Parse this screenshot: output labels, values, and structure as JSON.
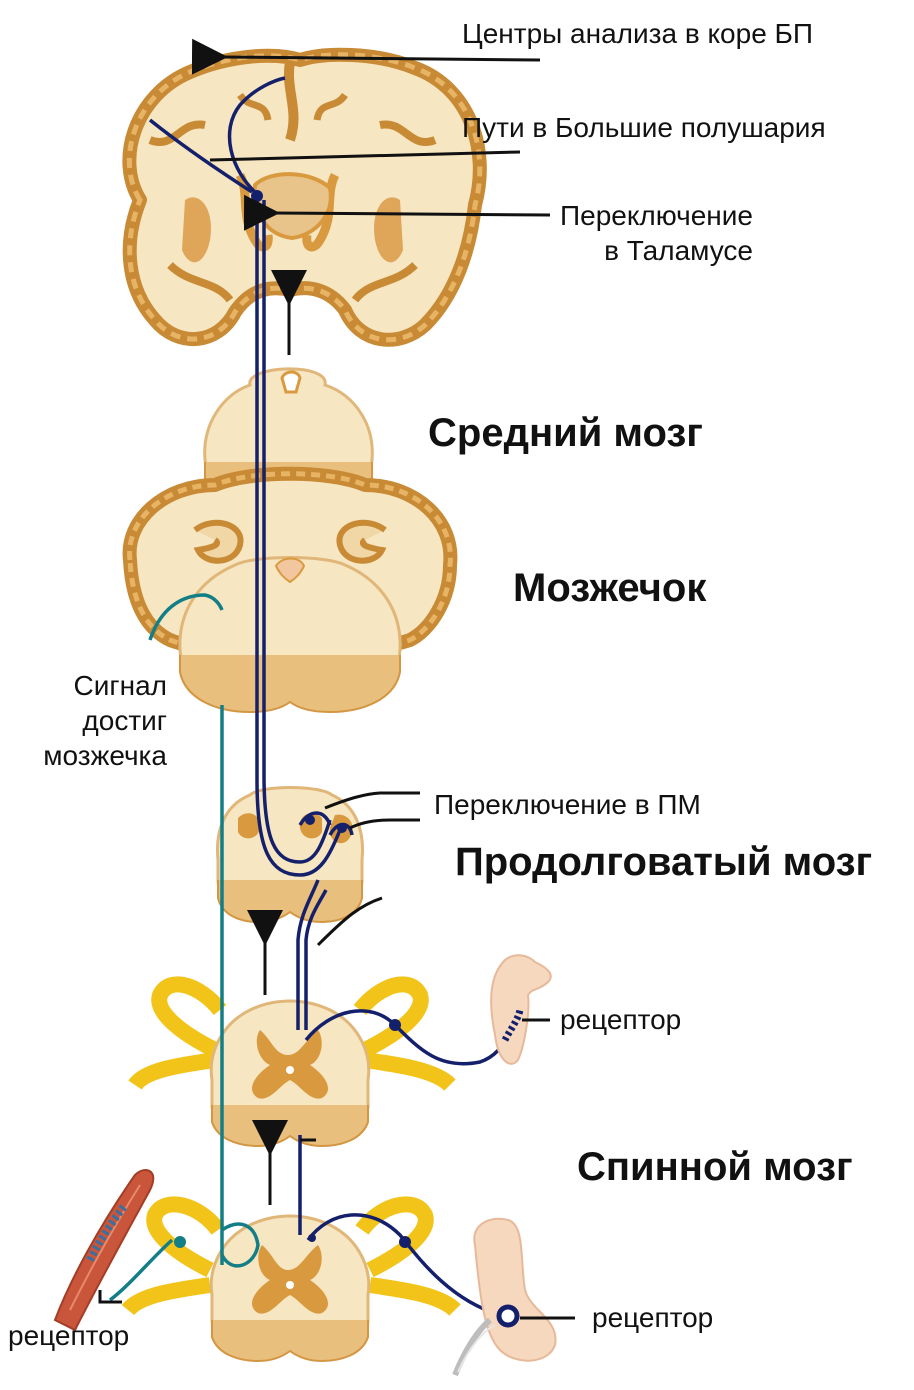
{
  "diagram": {
    "labels": {
      "cortex_centers": "Центры анализа в коре БП",
      "hemisphere_paths": "Пути в Большие полушария",
      "thalamus_switch": "Переключение\nв Таламусе",
      "midbrain": "Средний мозг",
      "cerebellum": "Мозжечок",
      "signal_cerebellum": "Сигнал\nдостиг\nмозжечка",
      "medulla_switch": "Переключение в ПМ",
      "medulla": "Продолговатый мозг",
      "receptor_hand": "рецептор",
      "spinal_cord": "Спинной мозг",
      "receptor_muscle": "рецептор",
      "receptor_foot": "рецептор"
    },
    "colors": {
      "tissue": "#f6e6c2",
      "tissue_dark": "#d99a3f",
      "tissue_outline": "#c88a34",
      "nerve_yellow": "#f2c419",
      "pathway_dark": "#14206b",
      "pathway_teal": "#137e86",
      "muscle": "#c9553a",
      "skin": "#f5d8be",
      "arrow": "#111111"
    }
  }
}
